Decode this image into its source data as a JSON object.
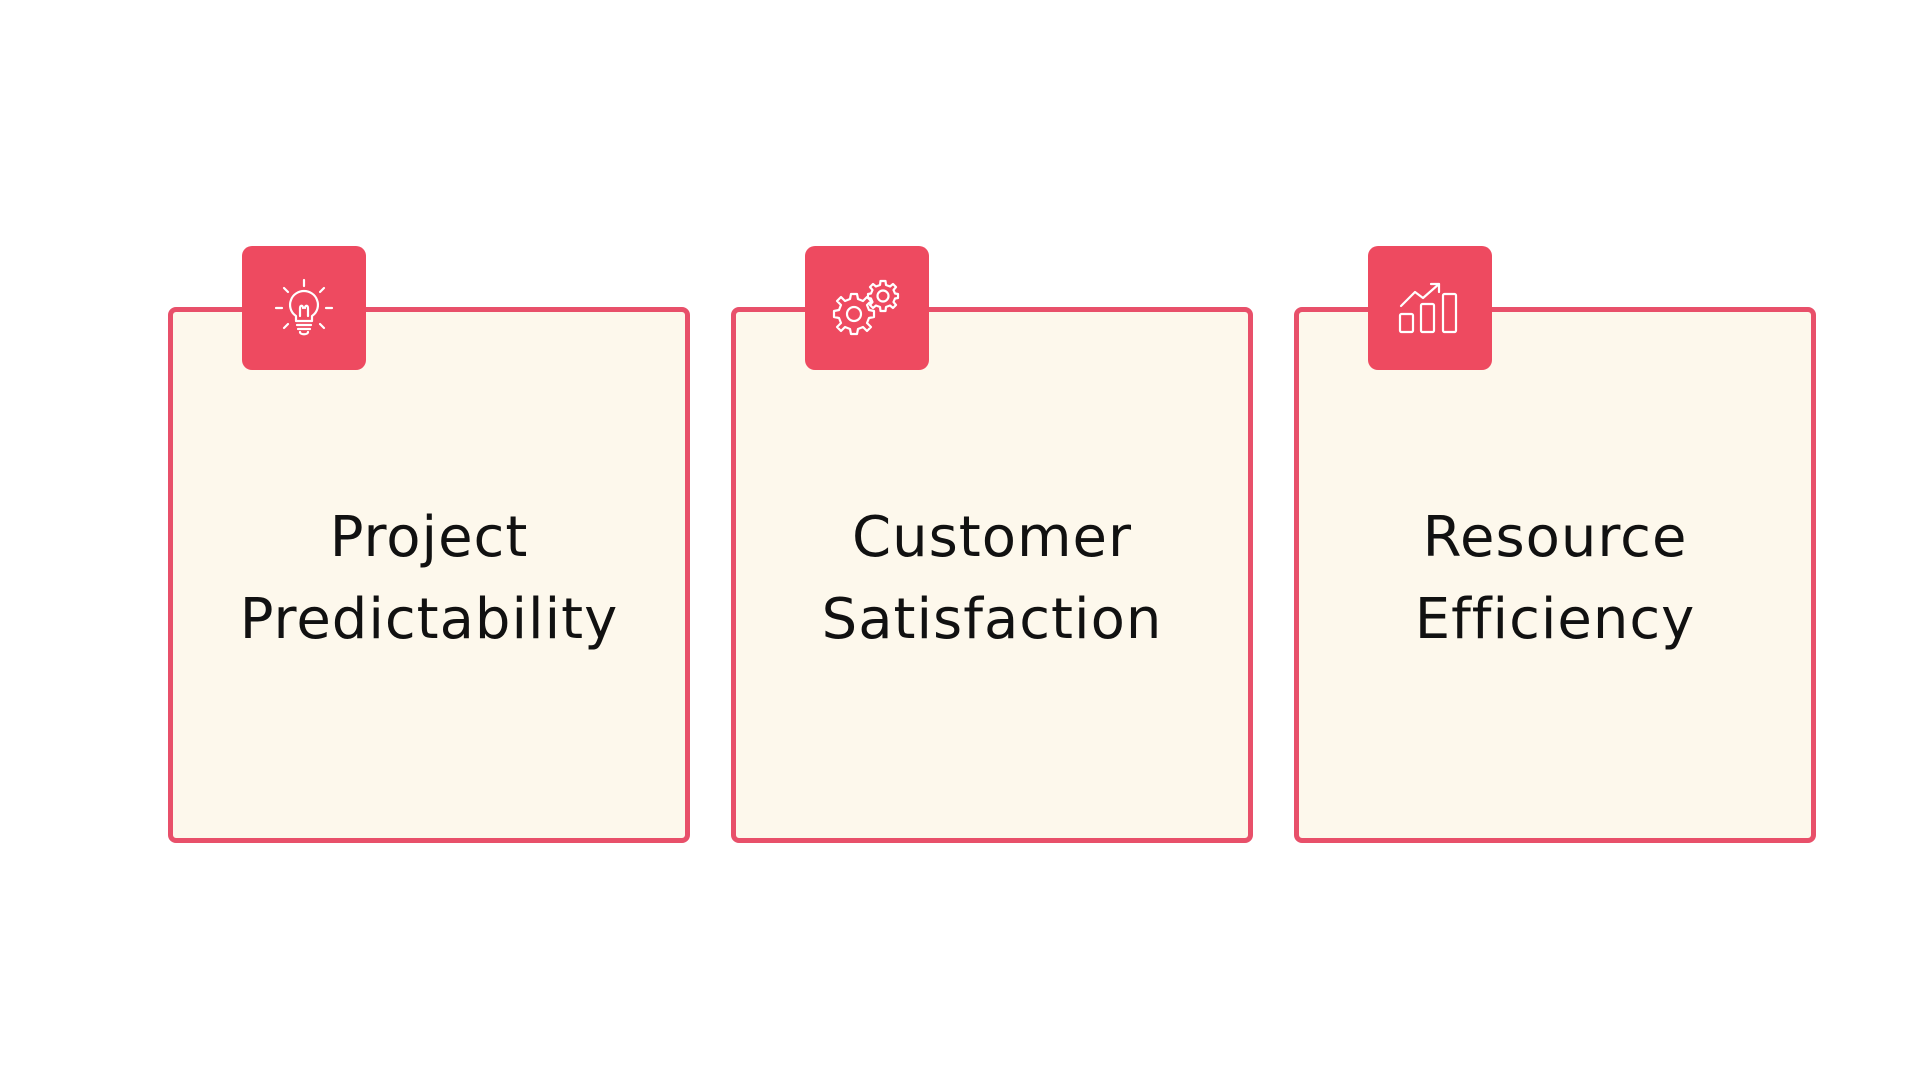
{
  "accent_color": "#ee4a60",
  "border_color": "#e8506a",
  "card_background": "#fdf8ec",
  "cards": [
    {
      "icon": "lightbulb-icon",
      "line1": "Project",
      "line2": "Predictability"
    },
    {
      "icon": "gears-icon",
      "line1": "Customer",
      "line2": "Satisfaction"
    },
    {
      "icon": "bar-chart-growth-icon",
      "line1": "Resource",
      "line2": "Efficiency"
    }
  ]
}
